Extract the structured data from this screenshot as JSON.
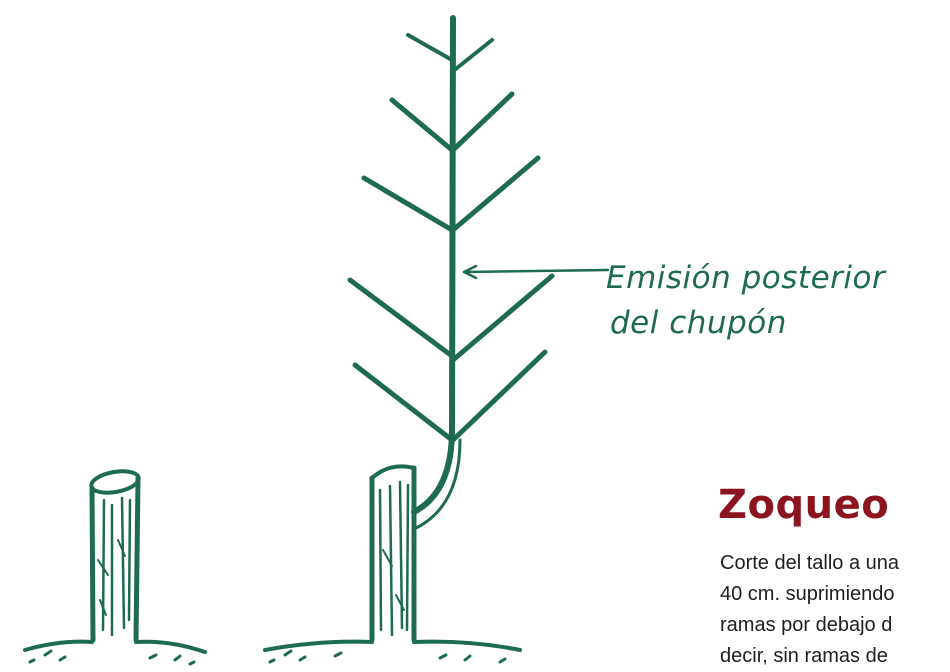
{
  "colors": {
    "drawing": "#1f6b52",
    "heading": "#8b1420",
    "text": "#1e1e1e"
  },
  "illustration": {
    "callout_line1": "Emisión posterior",
    "callout_line2": "del chupón"
  },
  "section": {
    "title": "Zoqueo",
    "body_lines": [
      "Corte del tallo a una",
      "40 cm. suprimiendo",
      "ramas por debajo d",
      "decir, sin ramas de"
    ]
  }
}
